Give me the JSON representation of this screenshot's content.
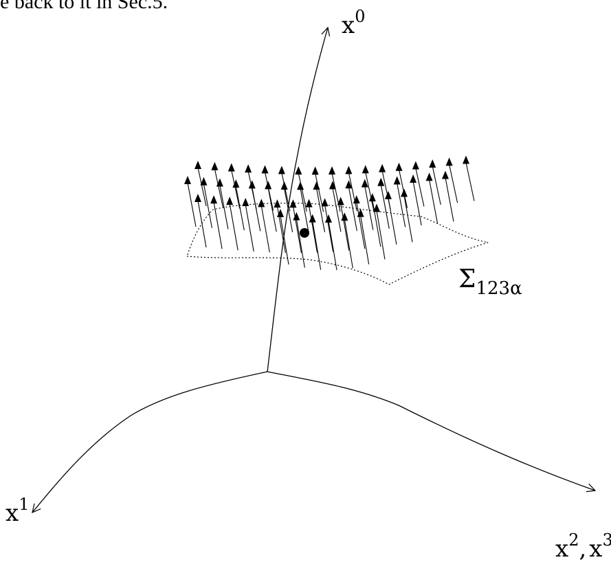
{
  "text_fragment": "e back to it in Sec.5.",
  "axes": {
    "x0": {
      "base": "x",
      "sup": "0"
    },
    "x1": {
      "base": "x",
      "sup": "1"
    },
    "x23": {
      "base1": "x",
      "sup1": "2",
      "sep": ",",
      "base2": "x",
      "sup2": "3"
    }
  },
  "surface_label": {
    "base": "Σ",
    "sub": "123α"
  }
}
